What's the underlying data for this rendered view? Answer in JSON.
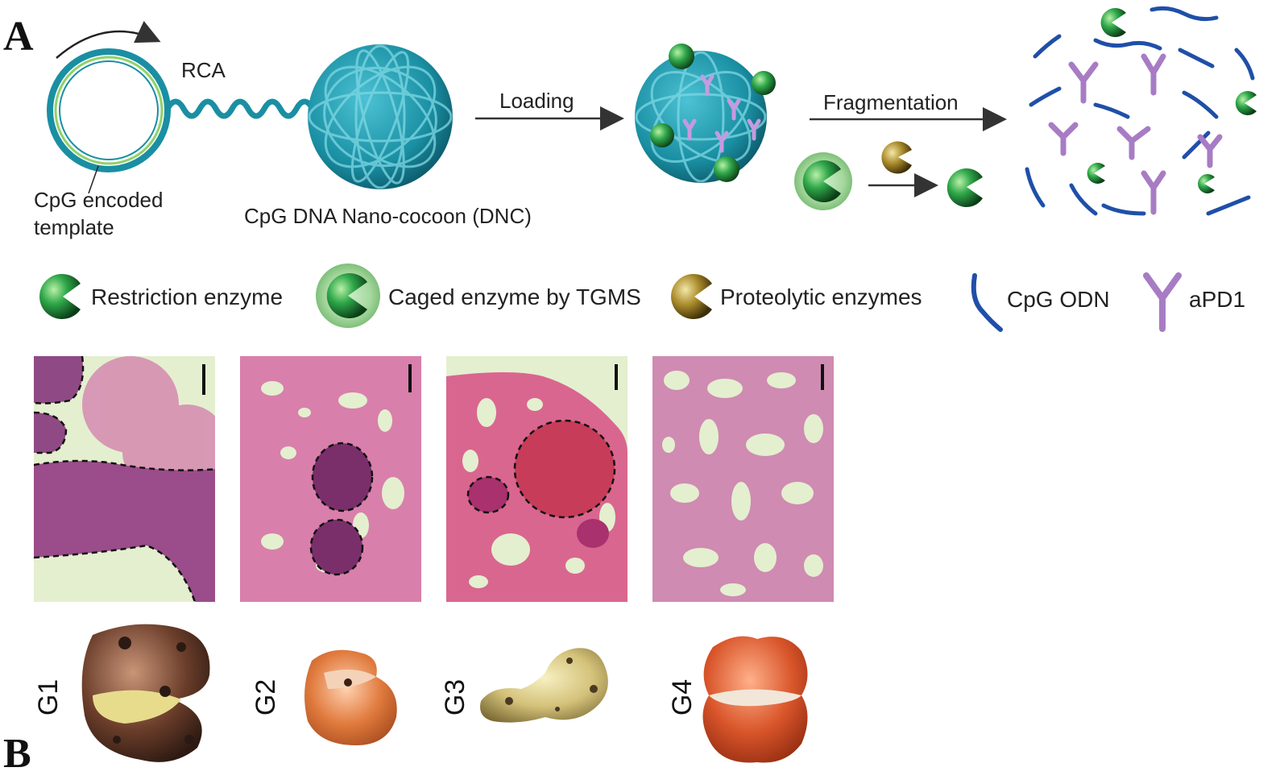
{
  "panels": {
    "a_label": "A",
    "b_label": "B"
  },
  "schematic": {
    "rca_label": "RCA",
    "template_label_line1": "CpG encoded",
    "template_label_line2": "template",
    "dnc_label": "CpG DNA Nano-cocoon (DNC)",
    "loading_label": "Loading",
    "fragmentation_label": "Fragmentation"
  },
  "legend": {
    "restriction_enzyme": "Restriction enzyme",
    "caged_enzyme": "Caged enzyme by TGMS",
    "proteolytic_enzymes": "Proteolytic enzymes",
    "cpg_odn": "CpG ODN",
    "apd1": "aPD1"
  },
  "groups": [
    {
      "label": "G1"
    },
    {
      "label": "G2"
    },
    {
      "label": "G3"
    },
    {
      "label": "G4"
    }
  ],
  "colors": {
    "dna_teal": "#1a8fa3",
    "enzyme_green": "#2fa84a",
    "proteolytic_gold": "#a8892a",
    "cpg_blue": "#1f4fa8",
    "apd1_purple": "#a77cc4",
    "tissue_pink": "#d26a9c",
    "tumor_purple": "#8a3a7a",
    "lumen_green": "#e4efcf"
  },
  "icons": {
    "restriction_enzyme": "green-pacman-icon",
    "caged_enzyme": "caged-pacman-icon",
    "proteolytic": "gold-pacman-icon",
    "cpg": "cpg-odn-icon",
    "apd1": "antibody-icon"
  }
}
